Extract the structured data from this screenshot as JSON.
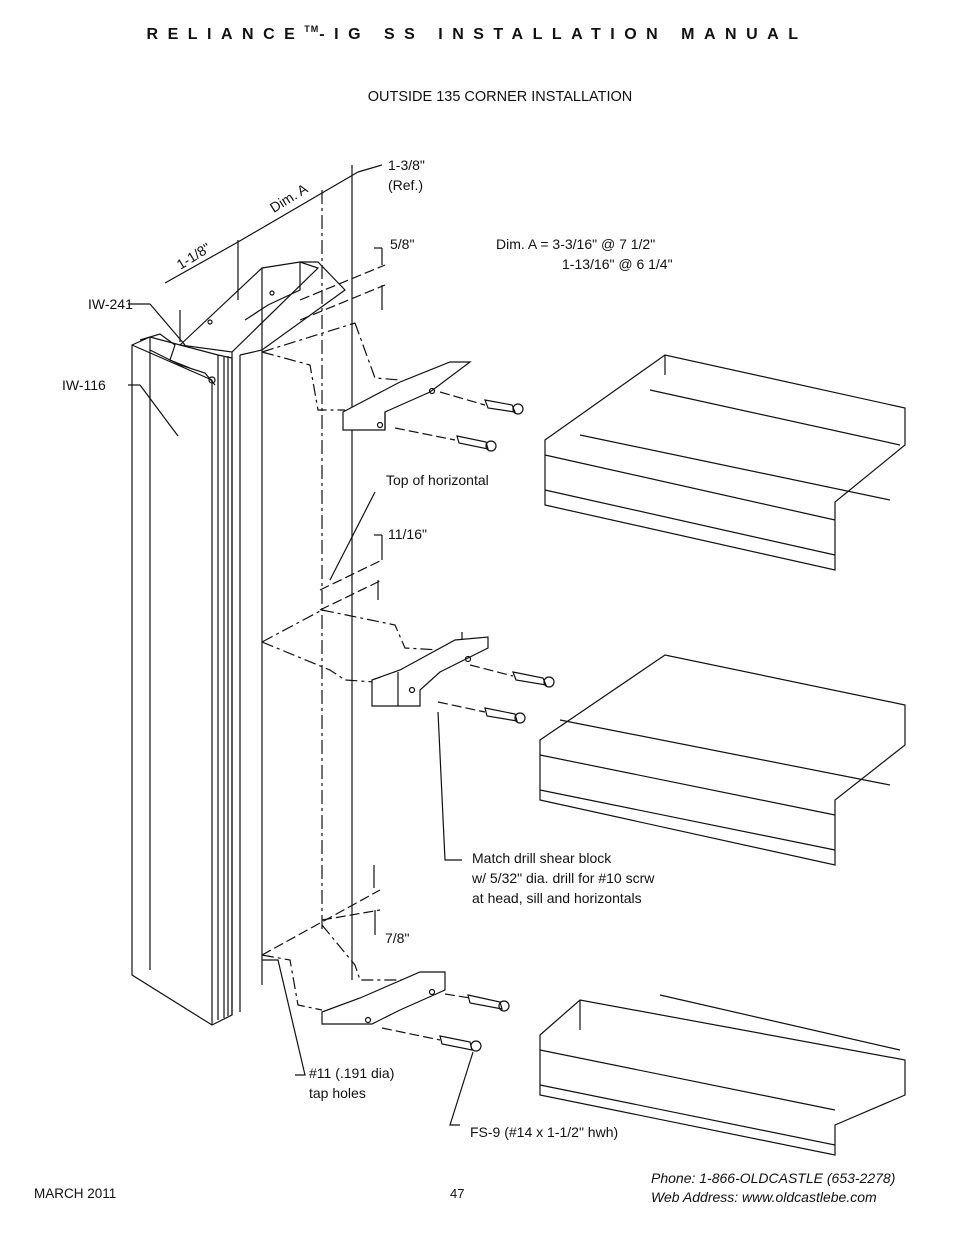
{
  "header": {
    "title_left": "RELIANCE",
    "title_tm": "TM",
    "title_right": "-IG SS INSTALLATION MANUAL"
  },
  "subtitle": "OUTSIDE 135 CORNER INSTALLATION",
  "dims": {
    "ref": "1-3/8\"",
    "ref2": "(Ref.)",
    "dim_a": "Dim. A",
    "one_eighth": "1-1/8\"",
    "five_eighths": "5/8\"",
    "eleven_sixteenths": "11/16\"",
    "seven_eighths": "7/8\"",
    "dim_a_line1": "Dim. A = 3-3/16\" @ 7 1/2\"",
    "dim_a_line2": "1-13/16\" @ 6 1/4\""
  },
  "labels": {
    "iw241": "IW-241",
    "iw116": "IW-116",
    "top_of_horizontal": "Top of horizontal",
    "match_drill_1": "Match drill shear block",
    "match_drill_2": "w/ 5/32\" dia. drill for #10 scrw",
    "match_drill_3": "at head, sill and horizontals",
    "tap_1": "#11 (.191 dia)",
    "tap_2": "tap holes",
    "fs9": "FS-9 (#14 x 1-1/2\" hwh)"
  },
  "footer": {
    "date": "MARCH 2011",
    "page": "47",
    "phone": "Phone: 1-866-OLDCASTLE (653-2278)",
    "web": "Web Address: www.oldcastlebe.com"
  }
}
